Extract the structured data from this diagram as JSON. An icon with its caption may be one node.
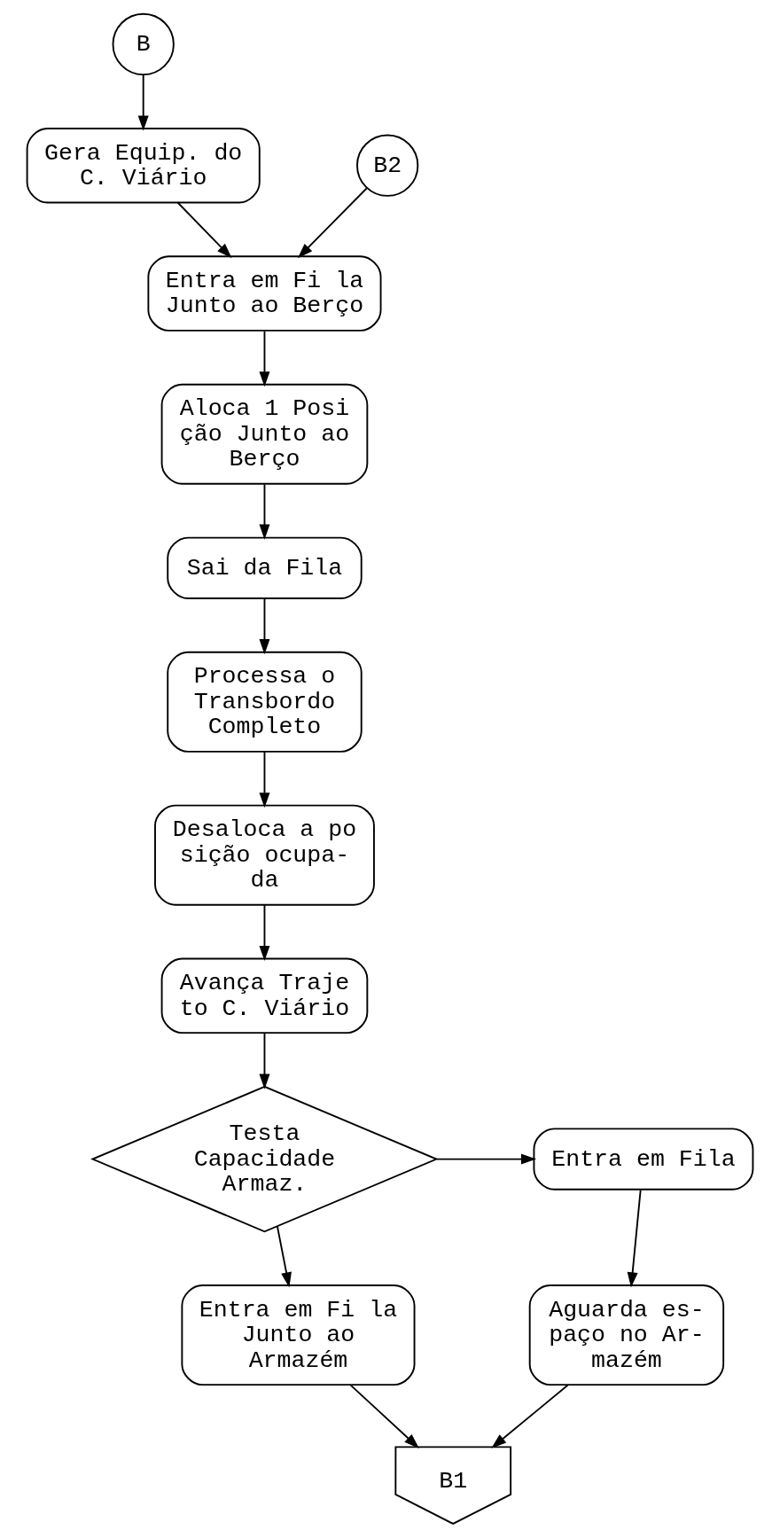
{
  "diagram": {
    "nodes": [
      {
        "text": [
          "B"
        ]
      },
      {
        "text": [
          "Gera Equip. do C. Viário"
        ]
      },
      {
        "text": [
          "B2"
        ]
      },
      {
        "text": [
          "Entra em Fi la Junto ao Berço"
        ]
      },
      {
        "text": [
          "Aloca 1 Posi ção Junto ao Berço"
        ]
      },
      {
        "text": [
          "Sai da Fila"
        ]
      },
      {
        "text": [
          "Processa o Transbordo Completo"
        ]
      },
      {
        "text": [
          "Desaloca a po sição ocupa- da"
        ]
      },
      {
        "text": [
          "Avança Traje to C. Viário"
        ]
      },
      {
        "text": [
          "Testa Capacidade Armaz."
        ]
      },
      {
        "text": [
          "Entra em Fila"
        ]
      },
      {
        "text": [
          "Entra em Fi la Junto ao Armazém"
        ]
      },
      {
        "text": [
          "Aguarda es- paço no Ar- mazém"
        ]
      },
      {
        "text": [
          "B1"
        ]
      }
    ],
    "edges": [
      {
        "from": 0,
        "to": 1,
        "arrow": "to"
      },
      {
        "from": 1,
        "to": 3,
        "arrow": "to"
      },
      {
        "from": 2,
        "to": 3,
        "arrow": "to"
      },
      {
        "from": 3,
        "to": 4,
        "arrow": "to"
      },
      {
        "from": 4,
        "to": 5,
        "arrow": "to"
      },
      {
        "from": 5,
        "to": 6,
        "arrow": "to"
      },
      {
        "from": 6,
        "to": 7,
        "arrow": "to"
      },
      {
        "from": 7,
        "to": 8,
        "arrow": "to"
      },
      {
        "from": 8,
        "to": 9,
        "arrow": "to"
      },
      {
        "from": 9,
        "to": 10,
        "arrow": "to"
      },
      {
        "from": 9,
        "to": 11,
        "arrow": "to"
      },
      {
        "from": 10,
        "to": 12,
        "arrow": "to"
      },
      {
        "from": 11,
        "to": 13,
        "arrow": "to"
      },
      {
        "from": 12,
        "to": 13,
        "arrow": "to"
      }
    ]
  }
}
